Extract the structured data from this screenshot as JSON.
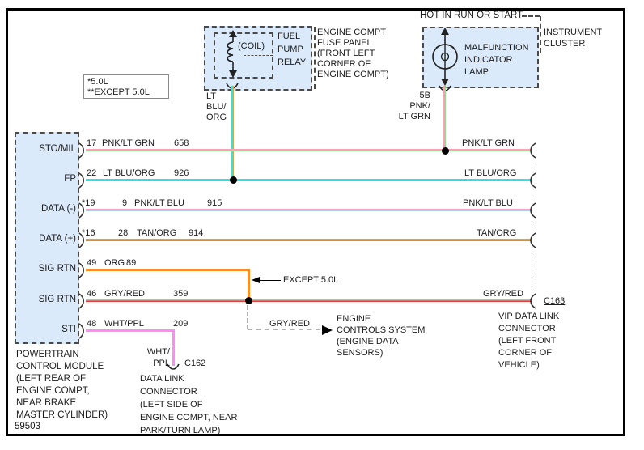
{
  "note_box": {
    "text": "*5.0L\n**EXCEPT 5.0L"
  },
  "fuse_panel": {
    "relay_name": "FUEL\nPUMP\nRELAY",
    "coil_label": "(COIL)",
    "location": "ENGINE COMPT\nFUSE PANEL\n(FRONT LEFT\nCORNER OF\nENGINE COMPT)",
    "wire_label": "LT\nBLU/\nORG"
  },
  "instrument_cluster": {
    "hot_label": "HOT IN RUN OR START",
    "lamp_name": "MALFUNCTION\nINDICATOR\nLAMP",
    "cluster_label": "INSTRUMENT\nCLUSTER",
    "wire_label": "5B\nPNK/\nLT GRN"
  },
  "pcm": {
    "pins": [
      "STO/MIL",
      "FP",
      "DATA (-)",
      "DATA (+)",
      "SIG RTN",
      "SIG RTN",
      "STI"
    ],
    "description": "POWERTRAIN\nCONTROL MODULE\n(LEFT REAR OF\nENGINE COMPT,\nNEAR BRAKE\nMASTER CYLINDER)",
    "doc_number": "59503"
  },
  "wires": [
    {
      "pin": "17",
      "circuit": "PNK/LT GRN",
      "circuit_number": "658",
      "right_label": "PNK/LT GRN"
    },
    {
      "pin": "22",
      "circuit": "LT BLU/ORG",
      "circuit_number": "926",
      "right_label": "LT BLU/ORG"
    },
    {
      "alt_pin": "*19",
      "pin": "9",
      "circuit": "PNK/LT BLU",
      "circuit_number": "915",
      "right_label": "PNK/LT BLU"
    },
    {
      "alt_pin": "*16",
      "pin": "28",
      "circuit": "TAN/ORG",
      "circuit_number": "914",
      "right_label": "TAN/ORG"
    },
    {
      "pin": "49",
      "circuit": "ORG",
      "circuit_number": "89"
    },
    {
      "pin": "46",
      "circuit": "GRY/RED",
      "circuit_number": "359",
      "right_label": "GRY/RED"
    },
    {
      "pin": "48",
      "circuit": "WHT/PPL",
      "circuit_number": "209"
    }
  ],
  "branch": {
    "except_label": "EXCEPT 5.0L",
    "wire_label": "GRY/RED",
    "destination": "ENGINE\nCONTROLS SYSTEM\n(ENGINE DATA\nSENSORS)"
  },
  "connectors": {
    "c162": {
      "id": "C162",
      "wire_label": "WHT/\nPPL",
      "description": "DATA LINK\nCONNECTOR\n(LEFT SIDE OF\nENGINE COMPT, NEAR\nPARK/TURN LAMP)"
    },
    "c163": {
      "id": "C163",
      "description": "VIP DATA LINK\nCONNECTOR\n(LEFT FRONT\nCORNER OF\nVEHICLE)"
    }
  },
  "colors": {
    "pnk": "#ff9ebb",
    "lt_grn": "#8edd8e",
    "lt_blu": "#36e3dc",
    "org_stripe": "#dca24c",
    "lt_blu2": "#a9cdf4",
    "tan": "#d4a458",
    "org2": "#e08a2a",
    "org": "#ff8d21",
    "gry": "#b9b9b9",
    "red": "#ee3b33",
    "ppl": "#ff8af2",
    "box_fill": "#dbeafb"
  }
}
